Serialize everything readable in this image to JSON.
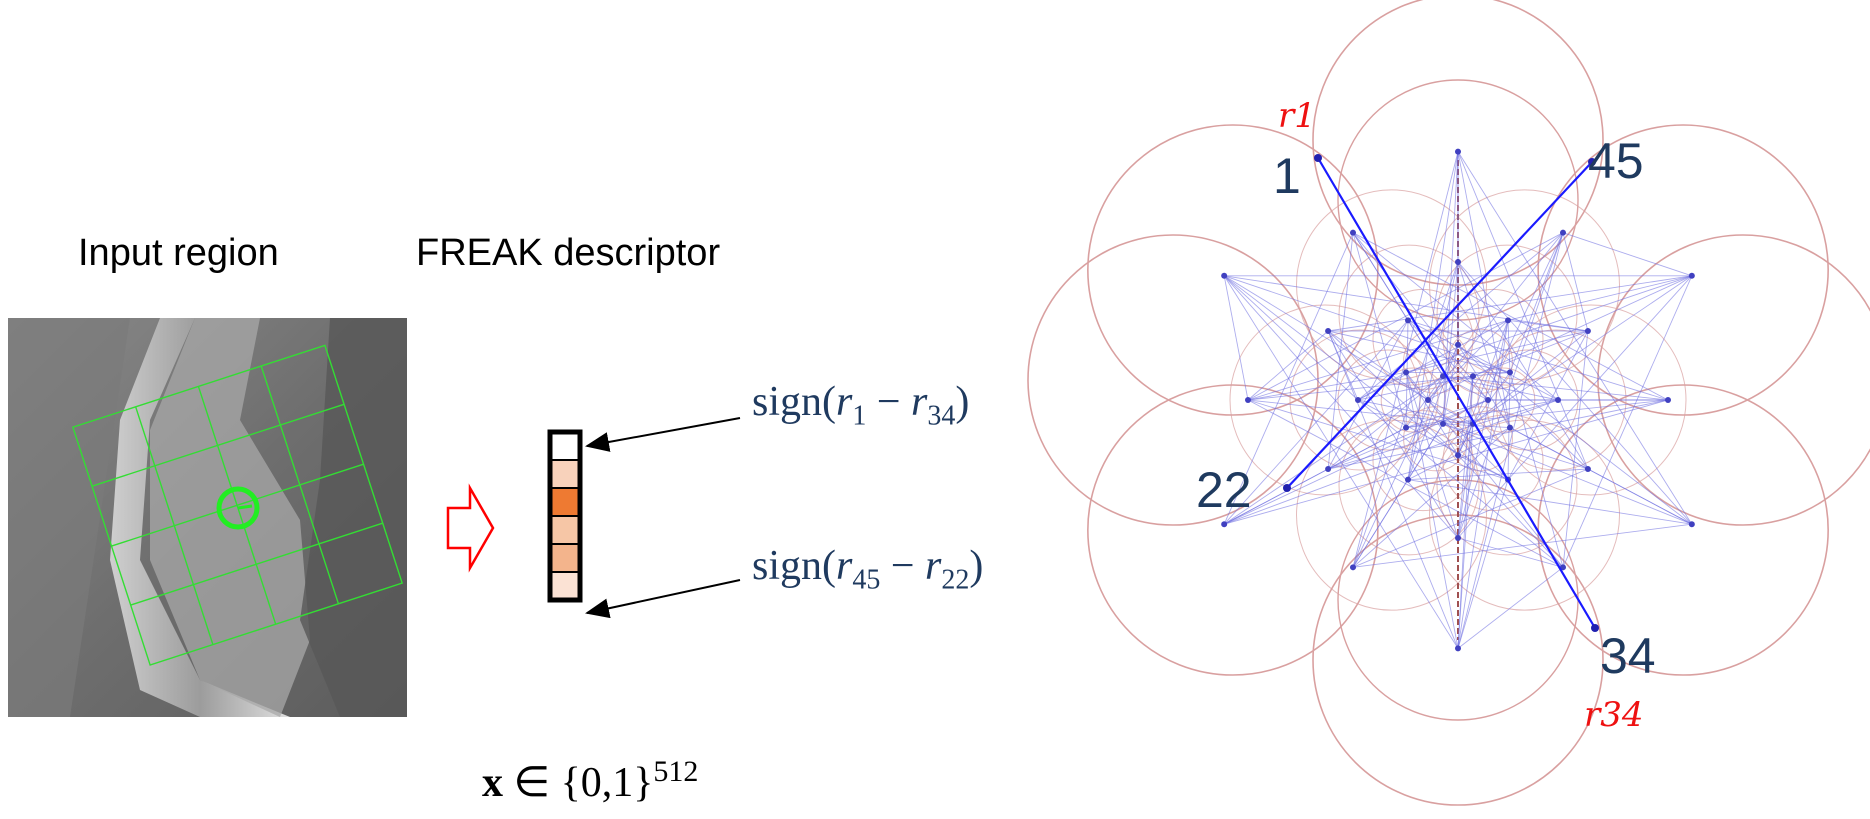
{
  "left_panel": {
    "input_caption": "Input region",
    "descriptor_caption": "FREAK descriptor",
    "formula": "x ∈ {0,1}^512",
    "formula_parts": {
      "vector": "x",
      "member": " ∈ {0,1}",
      "exp": "512"
    },
    "sign_labels": {
      "top": {
        "prefix": "sign(",
        "r_a": "r",
        "sub_a": "1",
        "minus": " − ",
        "r_b": "r",
        "sub_b": "34",
        "suffix": ")"
      },
      "bottom": {
        "prefix": "sign(",
        "r_a": "r",
        "sub_a": "45",
        "minus": " − ",
        "r_b": "r",
        "sub_b": "22",
        "suffix": ")"
      }
    },
    "descriptor_cells": [
      "#ffffff",
      "#f8d2bb",
      "#ee7a32",
      "#f6c6a6",
      "#f3b48c",
      "#fbe2d4"
    ]
  },
  "pattern": {
    "point_labels": [
      "1",
      "45",
      "22",
      "34"
    ],
    "handwritten": [
      "r1",
      "r34"
    ]
  },
  "colors": {
    "arrow_red": "#ff0000",
    "line_blue": "#1a1aff",
    "circle_red": "#d9a0a0",
    "label_navy": "#1f3a5f"
  }
}
